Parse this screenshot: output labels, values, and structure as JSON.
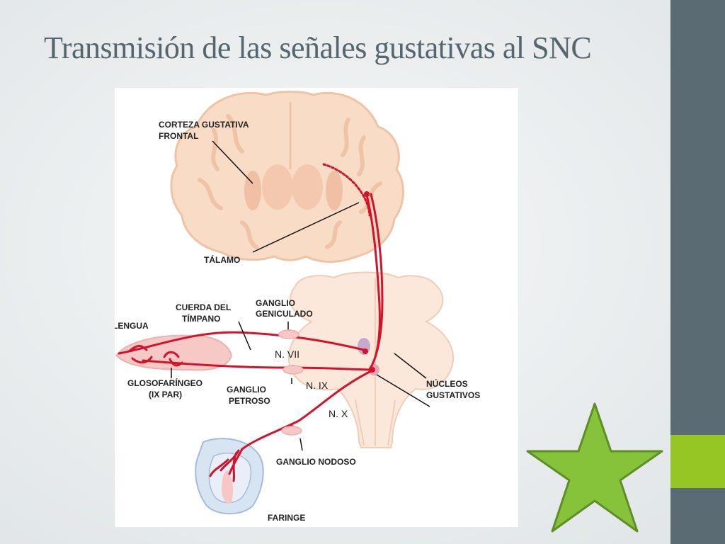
{
  "slide": {
    "title": "Transmisión de las señales gustativas al SNC"
  },
  "diagram": {
    "labels": {
      "corteza_line1": "CORTEZA GUSTATIVA",
      "corteza_line2": "FRONTAL",
      "talamo": "TÁLAMO",
      "cuerda_line1": "CUERDA DEL",
      "cuerda_line2": "TÍMPANO",
      "ganglio_gen_line1": "GANGLIO",
      "ganglio_gen_line2": "GENICULADO",
      "lengua": "LENGUA",
      "n_vii": "N. VII",
      "n_ix": "N. IX",
      "n_x": "N. X",
      "nucleos_line1": "NÚCLEOS",
      "nucleos_line2": "GUSTATIVOS",
      "glosofaringeo_line1": "GLOSOFARÍNGEO",
      "glosofaringeo_line2": "(IX PAR)",
      "ganglio_pet_line1": "GANGLIO",
      "ganglio_pet_line2": "PETROSO",
      "ganglio_nodoso": "GANGLIO NODOSO",
      "faringe": "FARINGE"
    }
  },
  "colors": {
    "nerve": "#d3122b",
    "brain_fill": "#f9dcc6",
    "brain_stroke": "#efc4a6",
    "sidebar": "#5b6b74",
    "accent": "#95c624",
    "star": "#86c23a"
  },
  "icons": {
    "star": "star-icon"
  }
}
